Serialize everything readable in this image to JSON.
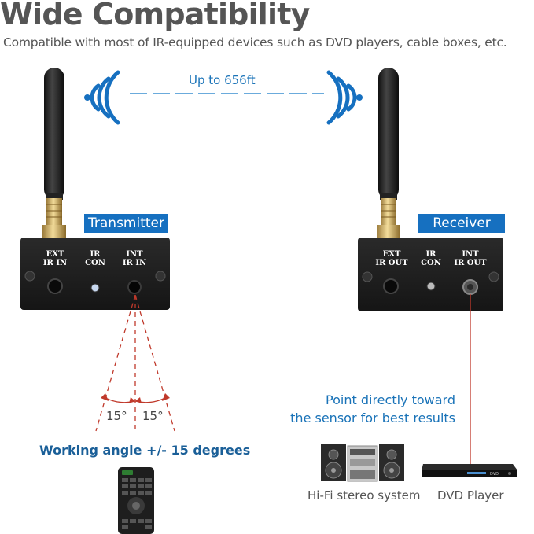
{
  "header": {
    "title": "Wide Compatibility",
    "subtitle": "Compatible with most of IR-equipped devices such as DVD players, cable boxes, etc."
  },
  "link": {
    "range_label": "Up to 656ft"
  },
  "transmitter": {
    "label": "Transmitter",
    "ports": [
      {
        "line1": "EXT",
        "line2": "IR IN"
      },
      {
        "line1": "IR",
        "line2": "CON"
      },
      {
        "line1": "INT",
        "line2": "IR IN"
      }
    ]
  },
  "receiver": {
    "label": "Receiver",
    "ports": [
      {
        "line1": "EXT",
        "line2": "IR OUT"
      },
      {
        "line1": "IR",
        "line2": "CON"
      },
      {
        "line1": "INT",
        "line2": "IR OUT"
      }
    ]
  },
  "angle": {
    "left_label": "15°",
    "right_label": "15°",
    "caption": "Working angle +/- 15 degrees"
  },
  "tip": {
    "line1": "Point directly toward",
    "line2": "the sensor for best results"
  },
  "devices": {
    "hifi_label": "Hi-Fi stereo system",
    "dvd_label": "DVD Player",
    "dvd_brand": "DVD"
  },
  "colors": {
    "accent": "#1670c0",
    "beam": "#c0392b",
    "device_body": "#1e1e1e"
  },
  "icons": [
    "signal-waves-icon",
    "antenna-icon",
    "remote-control-icon",
    "stereo-system-icon",
    "dvd-player-icon"
  ]
}
